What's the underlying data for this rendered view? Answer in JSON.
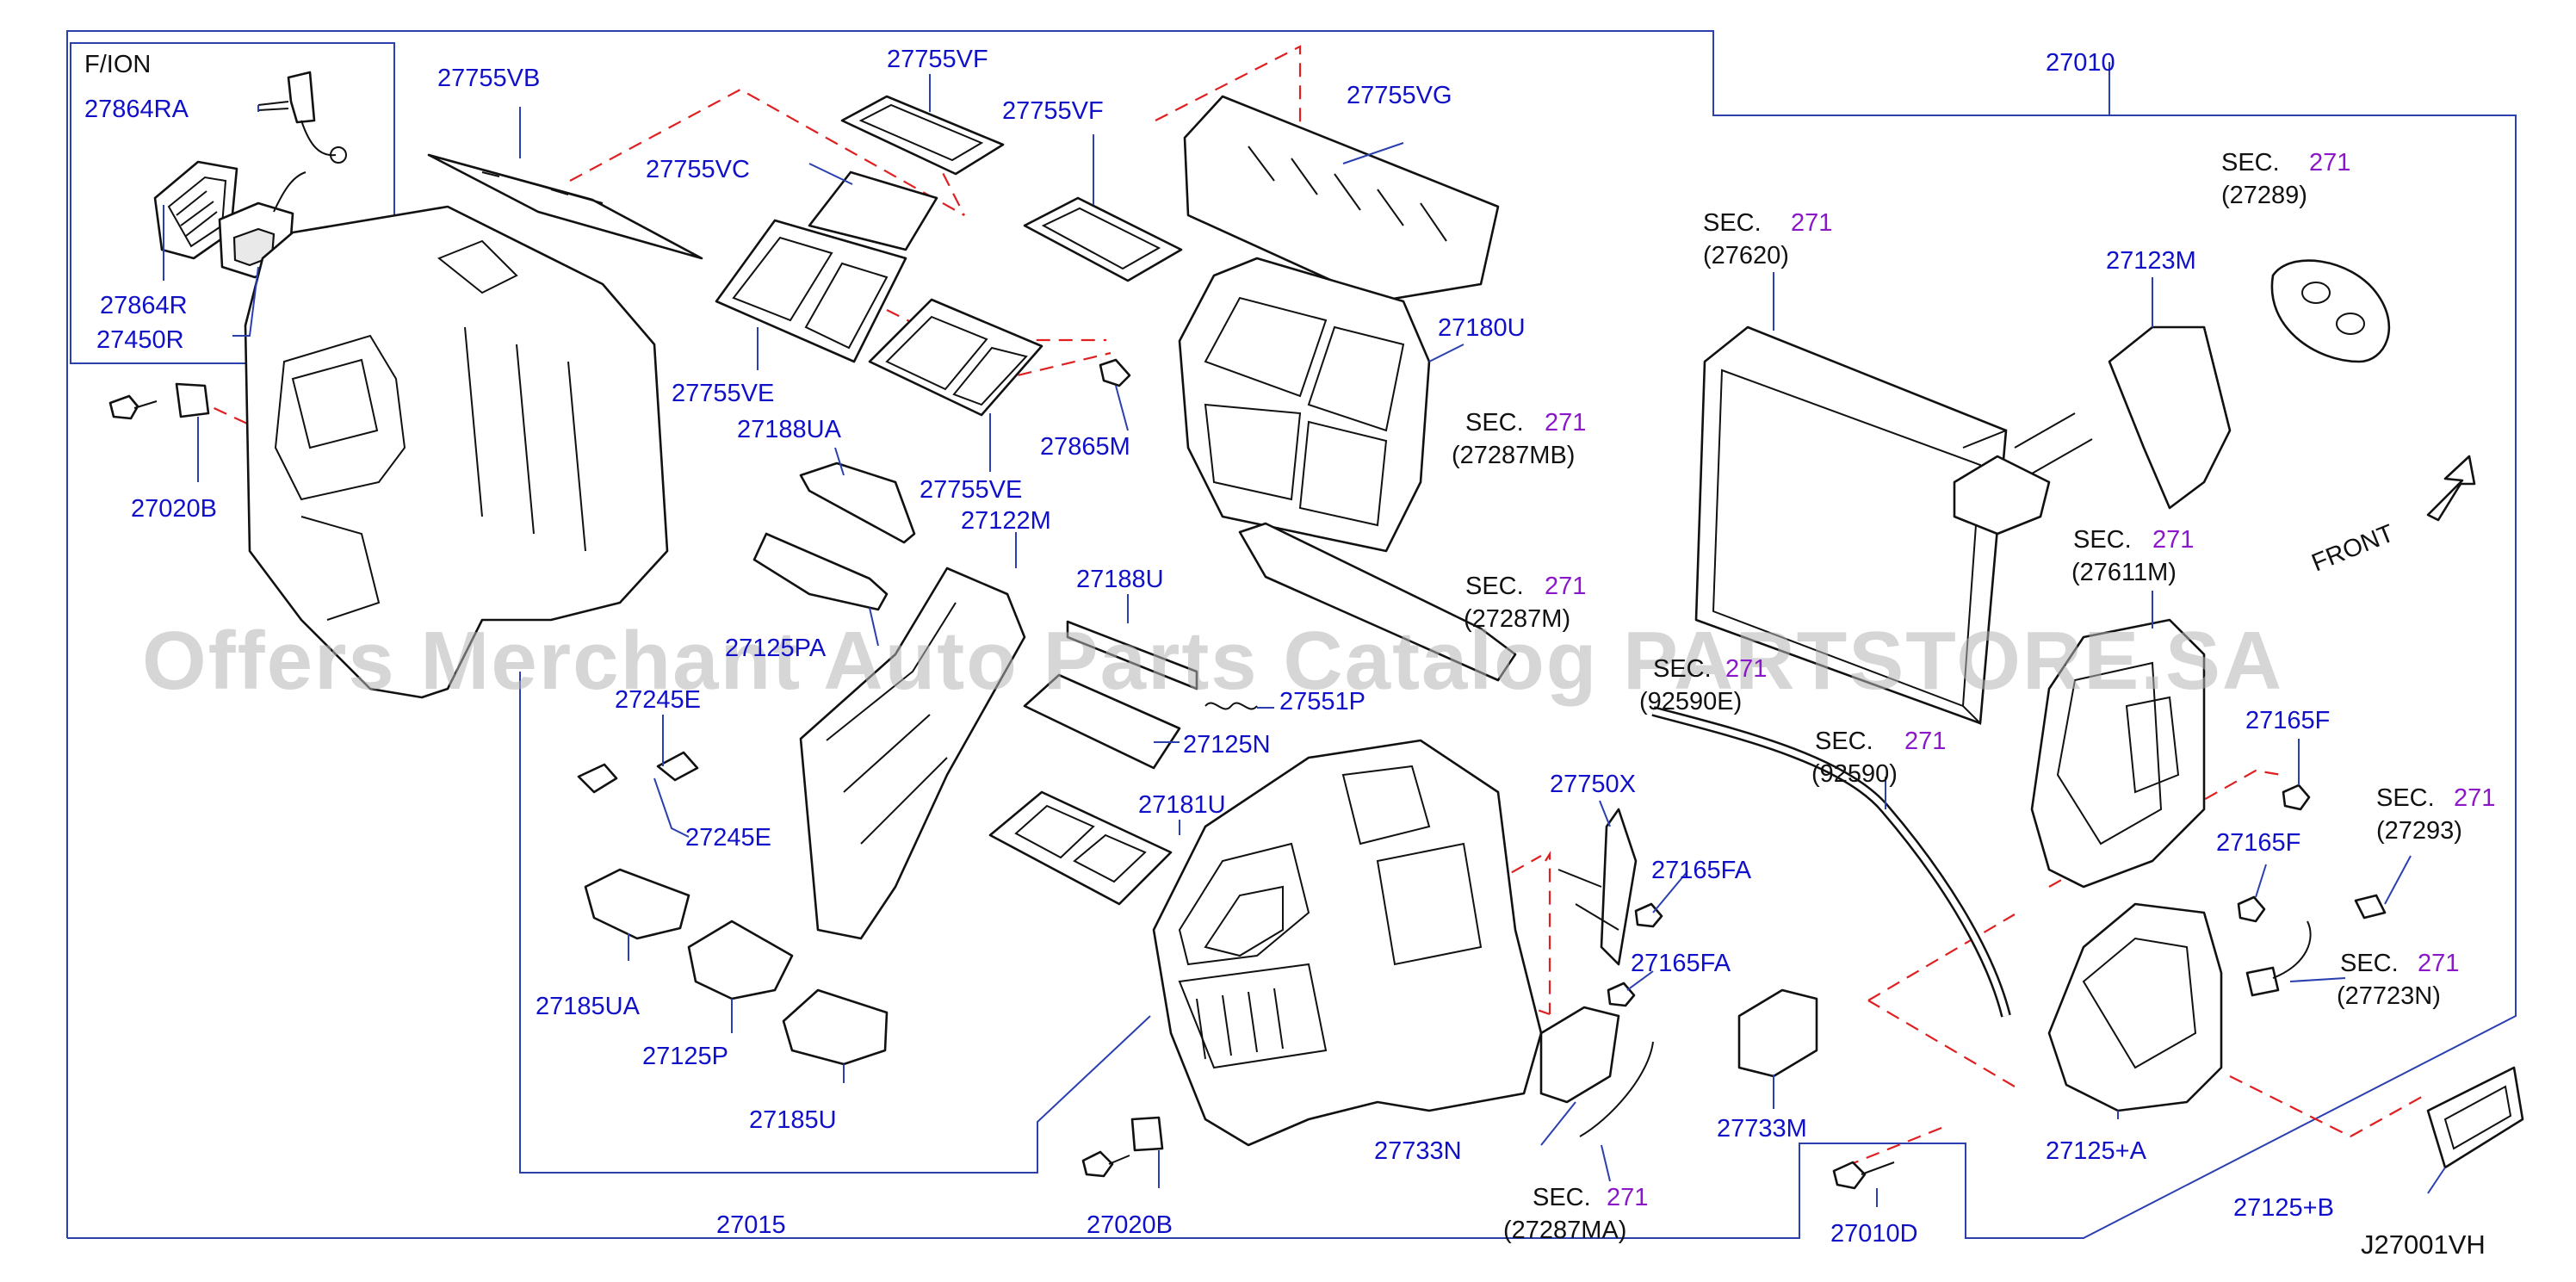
{
  "fion_box_title": "F/ION",
  "drawing_code": "J27001VH",
  "front_label": "FRONT",
  "watermark": "Offers Merchant Auto Parts Catalog PARTSTORE.SA",
  "section_prefix": "SEC.",
  "section_number": "271",
  "part_labels": {
    "p27864RA": "27864RA",
    "p27864R": "27864R",
    "p27450R": "27450R",
    "p27755VB": "27755VB",
    "p27755VF_a": "27755VF",
    "p27755VF_b": "27755VF",
    "p27755VC": "27755VC",
    "p27755VG": "27755VG",
    "p27010": "27010",
    "p27020B_a": "27020B",
    "p27755VE_a": "27755VE",
    "p27755VE_b": "27755VE",
    "p27188UA": "27188UA",
    "p27865M": "27865M",
    "p27180U": "27180U",
    "p27122M": "27122M",
    "p27125PA": "27125PA",
    "p27188U": "27188U",
    "p27551P": "27551P",
    "p27245E_a": "27245E",
    "p27245E_b": "27245E",
    "p27125N": "27125N",
    "p27181U": "27181U",
    "p27750X": "27750X",
    "p27165FA_a": "27165FA",
    "p27165FA_b": "27165FA",
    "p27185UA": "27185UA",
    "p27125P": "27125P",
    "p27185U": "27185U",
    "p27733N": "27733N",
    "p27733M": "27733M",
    "p27015": "27015",
    "p27020B_b": "27020B",
    "p27010D": "27010D",
    "p27123M": "27123M",
    "p27165F_a": "27165F",
    "p27165F_b": "27165F",
    "p27125A": "27125+A",
    "p27125B": "27125+B"
  },
  "section_refs": {
    "s27289": "(27289)",
    "s27620": "(27620)",
    "s27287MB": "(27287MB)",
    "s27287M": "(27287M)",
    "s92590E": "(92590E)",
    "s92590": "(92590)",
    "s27611M": "(27611M)",
    "s27293": "(27293)",
    "s27723N": "(27723N)",
    "s27287MA": "(27287MA)"
  },
  "colors": {
    "part_number": "#1010c8",
    "section_number": "#8a18c8",
    "leader_line": "#2a3fb0",
    "dashed_guide": "#e02020",
    "watermark": "#b4b4b4"
  }
}
